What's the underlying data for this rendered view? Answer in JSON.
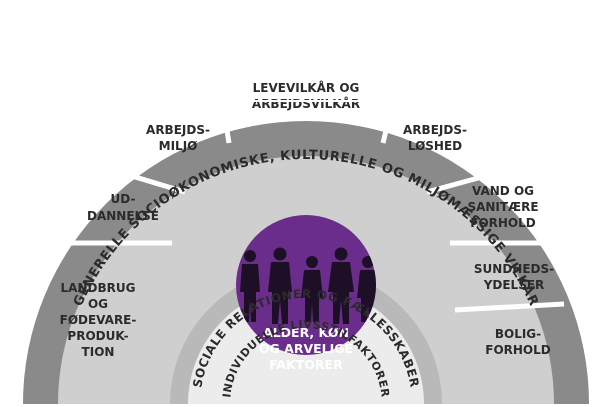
{
  "colors": {
    "outer_ring": "#8a8a8a",
    "boxes": "#cfcfcf",
    "social_ring": "#b9b9b9",
    "individual_ring": "#ececec",
    "core": "#6b2d8c",
    "separator": "#ffffff",
    "text": "#2b2b2b"
  },
  "rings": {
    "outer": "GENERELLE SOCIOØKONOMISKE, KULTURELLE OG MILJØMÆSSIGE VILKÅR",
    "social": "SOCIALE RELATIONER OG FÆLLESSKABER",
    "individual": "INDIVIDUELLE LIVSSTILFAKTORER"
  },
  "center_box": {
    "line1": "LEVEVILKÅR OG",
    "line2": "ARBEJDSVILKÅR"
  },
  "boxes": {
    "landbrug": [
      "LANDBRUG",
      "OG",
      "FØDEVARE-",
      "PRODUK-",
      "TION"
    ],
    "uddannelse": [
      "UD-",
      "DANNELSE"
    ],
    "arbejdsmiljo": [
      "ARBEJDS-",
      "MILJØ"
    ],
    "arbejdsloshed": [
      "ARBEJDS-",
      "LØSHED"
    ],
    "vand": [
      "VAND OG",
      "SANITÆRE",
      "FORHOLD"
    ],
    "sundhed": [
      "SUNDHEDS-",
      "YDELSER"
    ],
    "bolig": [
      "BOLIG-",
      "FORHOLD"
    ]
  },
  "core": [
    "ALDER, KØN",
    "OG ARVELIGE",
    "FAKTORER"
  ],
  "icons": [
    "people-silhouettes-icon",
    "double-arrow-icon"
  ]
}
